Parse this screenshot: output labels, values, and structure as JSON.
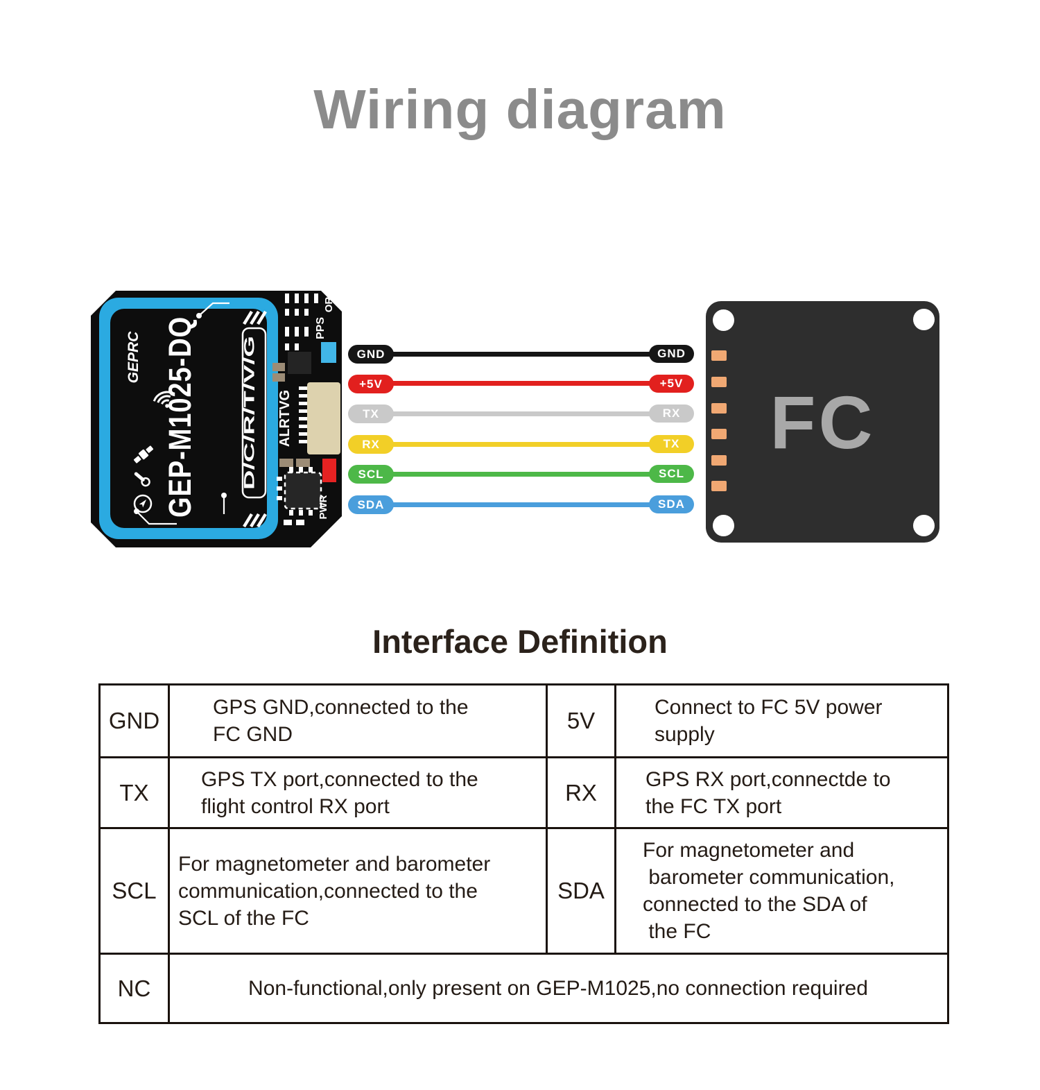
{
  "title": "Wiring diagram",
  "section_title": "Interface Definition",
  "gps_module": {
    "brand": "GEPRC",
    "model": "GEP-M1025-DQ",
    "pin_strip_label": "D/C/R/T/V/G",
    "connector_label": "ALRTVG",
    "pps_label": "PPS",
    "or_label": "OR",
    "pwr_label": "PWR"
  },
  "fc": {
    "label": "FC"
  },
  "wires": [
    {
      "left": "GND",
      "right": "GND",
      "color": "#151515"
    },
    {
      "left": "+5V",
      "right": "+5V",
      "color": "#e2201e"
    },
    {
      "left": "TX",
      "right": "RX",
      "color": "#c9c9c9"
    },
    {
      "left": "RX",
      "right": "TX",
      "color": "#f2cf27"
    },
    {
      "left": "SCL",
      "right": "SCL",
      "color": "#4db848"
    },
    {
      "left": "SDA",
      "right": "SDA",
      "color": "#4a9edc"
    }
  ],
  "colors": {
    "module_border_blue": "#2baae1",
    "fc_body": "#2e2e2e",
    "fc_pad_orange": "#f0a873",
    "connector_beige": "#ddd2ae",
    "led_blue": "#41b6e8",
    "led_red": "#e52222"
  },
  "table": {
    "rows": [
      {
        "pin": "GND",
        "desc": "GPS GND,connected to the\nFC GND",
        "pin2": "5V",
        "desc2": "Connect to FC 5V power\nsupply"
      },
      {
        "pin": "TX",
        "desc": "GPS TX port,connected to the\nflight control RX port",
        "pin2": "RX",
        "desc2": "GPS RX port,connectde to\nthe FC TX port"
      },
      {
        "pin": "SCL",
        "desc": "For magnetometer and barometer\ncommunication,connected to the\nSCL of the FC",
        "pin2": "SDA",
        "desc2": "For magnetometer and\n barometer communication,\nconnected to the SDA of\n the FC"
      },
      {
        "pin": "NC",
        "desc": "Non-functional,only present on GEP-M1025,no connection required"
      }
    ]
  }
}
